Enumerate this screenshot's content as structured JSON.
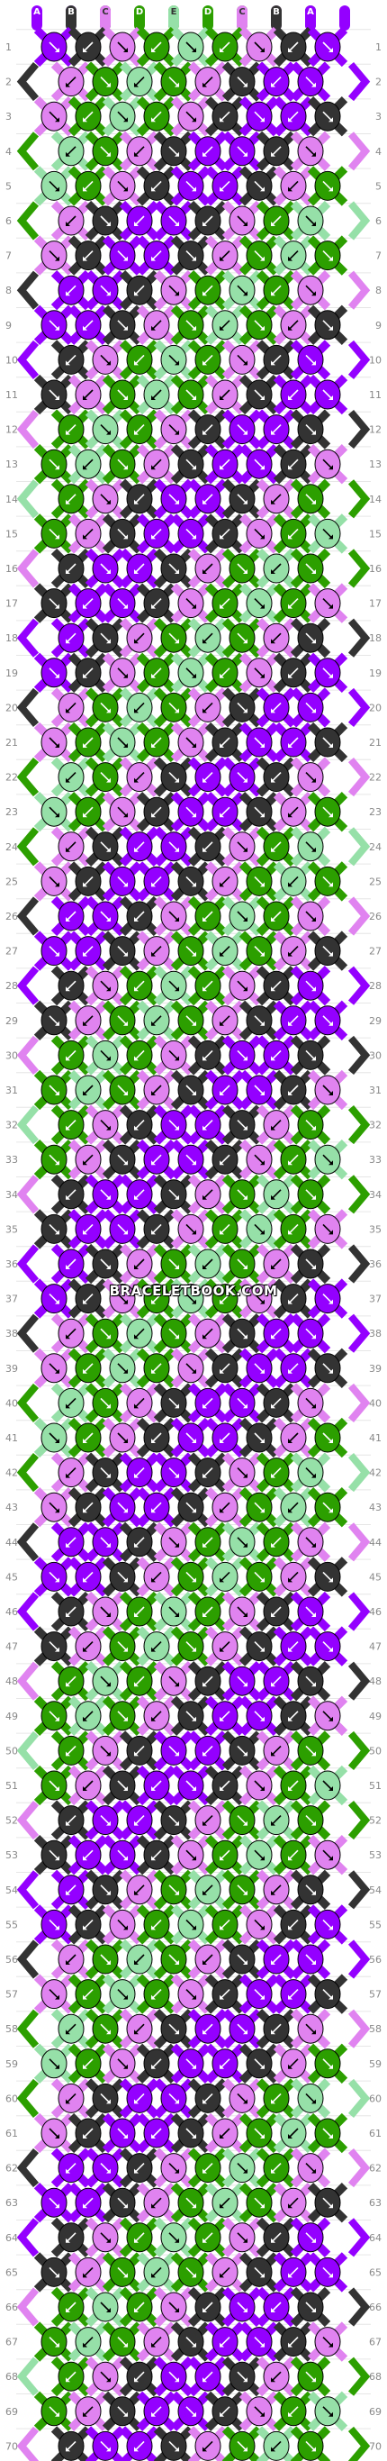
{
  "watermark": "BRACELETBOOK.COM",
  "colors": {
    "A": "#9400ff",
    "B": "#333333",
    "C": "#e083f0",
    "D": "#2c9f00",
    "E": "#96e0a8",
    "line": "#aaaaaa",
    "rownum": "#888888"
  },
  "strands": [
    "A",
    "B",
    "C",
    "D",
    "E",
    "D",
    "C",
    "B",
    "A",
    "A",
    "B",
    "C",
    "D",
    "E",
    "D",
    "C",
    "B",
    "A"
  ],
  "top_labels": [
    "A",
    "B",
    "C",
    "D",
    "E",
    "D",
    "C",
    "B",
    "A"
  ],
  "rows": 70,
  "knot_icons": [
    "arrow-down-right-icon",
    "arrow-down-left-icon",
    "arrow-forward-backward-icon",
    "arrow-backward-forward-icon"
  ]
}
